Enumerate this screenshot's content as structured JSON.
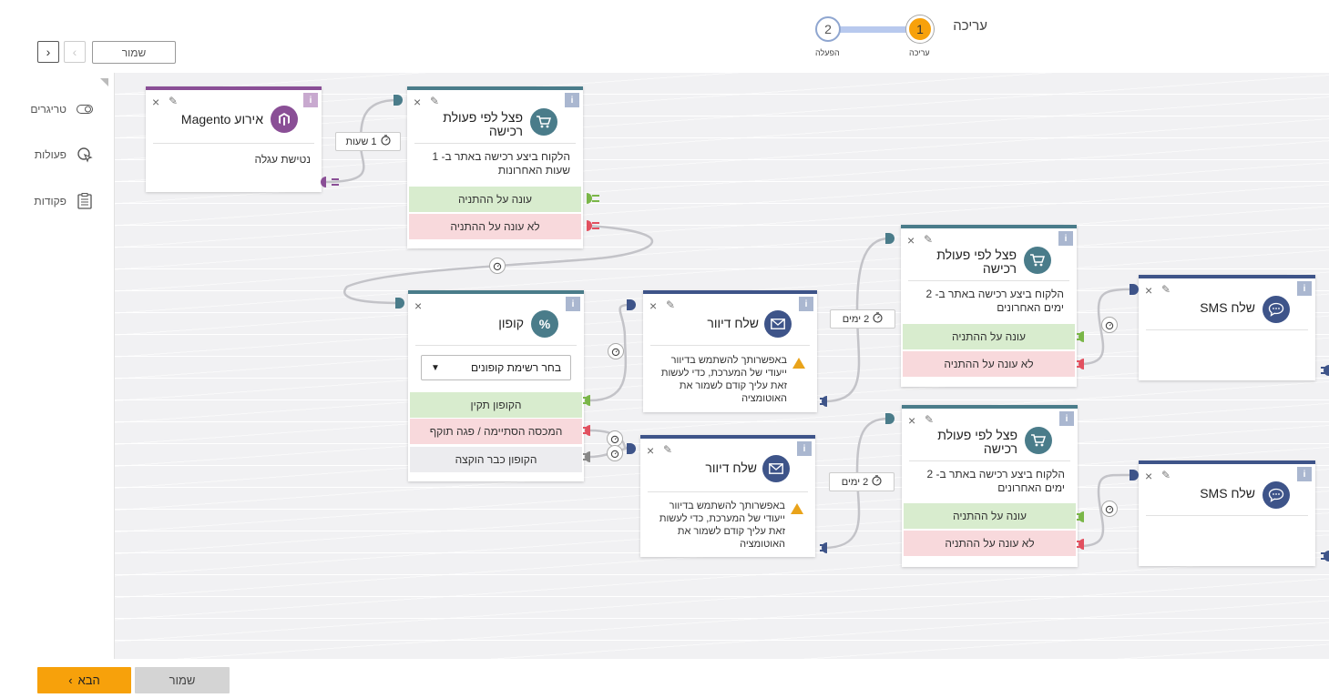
{
  "header": {
    "title": "עריכה",
    "steps": [
      {
        "number": "1",
        "label": "עריכה",
        "state": "active"
      },
      {
        "number": "2",
        "label": "הפעלה",
        "state": "inactive"
      }
    ],
    "save_label": "שמור",
    "nav_next": "›",
    "nav_prev": "‹"
  },
  "sidebar": {
    "items": [
      {
        "label": "טריגרים",
        "icon": "toggle-icon"
      },
      {
        "label": "פעולות",
        "icon": "cursor-click-icon"
      },
      {
        "label": "פקודות",
        "icon": "clipboard-list-icon"
      }
    ]
  },
  "footer": {
    "next_label": "הבא",
    "save_label": "שמור"
  },
  "colors": {
    "accent": "#f7a10b",
    "teal": "#4a7c8a",
    "navy": "#3e5489",
    "purple": "#8a4f96",
    "yes_green": "#7ab648",
    "no_red": "#e2505f"
  },
  "nodes": {
    "magento": {
      "title": "אירוע Magento",
      "desc": "נטישת עגלה",
      "icon": "magento-icon",
      "info": "i"
    },
    "split1": {
      "title": "פצל לפי פעולת רכישה",
      "desc": "הלקוח ביצע רכישה באתר ב- 1 שעות האחרונות",
      "yes": "עונה על ההתניה",
      "no": "לא עונה על ההתניה",
      "icon": "cart-icon",
      "info": "i"
    },
    "coupon": {
      "title": "קופון",
      "select": "בחר רשימת קופונים",
      "valid": "הקופון תקין",
      "expired": "המכסה הסתיימה / פגה תוקף",
      "used": "הקופון כבר הוקצה",
      "icon": "percent-icon",
      "info": "i"
    },
    "mail1": {
      "title": "שלח דיוור",
      "warning": "באפשרותך להשתמש בדיוור ייעודי של המערכת, כדי לעשות זאת עליך קודם לשמור את האוטומציה",
      "icon": "envelope-icon",
      "info": "i"
    },
    "mail2": {
      "title": "שלח דיוור",
      "warning": "באפשרותך להשתמש בדיוור ייעודי של המערכת, כדי לעשות זאת עליך קודם לשמור את האוטומציה",
      "icon": "envelope-icon",
      "info": "i"
    },
    "split2": {
      "title": "פצל לפי פעולת רכישה",
      "desc": "הלקוח ביצע רכישה באתר ב- 2 ימים האחרונים",
      "yes": "עונה על ההתניה",
      "no": "לא עונה על ההתניה",
      "icon": "cart-icon",
      "info": "i"
    },
    "split3": {
      "title": "פצל לפי פעולת רכישה",
      "desc": "הלקוח ביצע רכישה באתר ב- 2 ימים האחרונים",
      "yes": "עונה על ההתניה",
      "no": "לא עונה על ההתניה",
      "icon": "cart-icon",
      "info": "i"
    },
    "sms1": {
      "title": "שלח SMS",
      "icon": "chat-bubble-icon",
      "info": "i"
    },
    "sms2": {
      "title": "שלח SMS",
      "icon": "chat-bubble-icon",
      "info": "i"
    }
  },
  "delays": {
    "d1": "1 שעות",
    "d2": "2 ימים",
    "d3": "2 ימים"
  }
}
